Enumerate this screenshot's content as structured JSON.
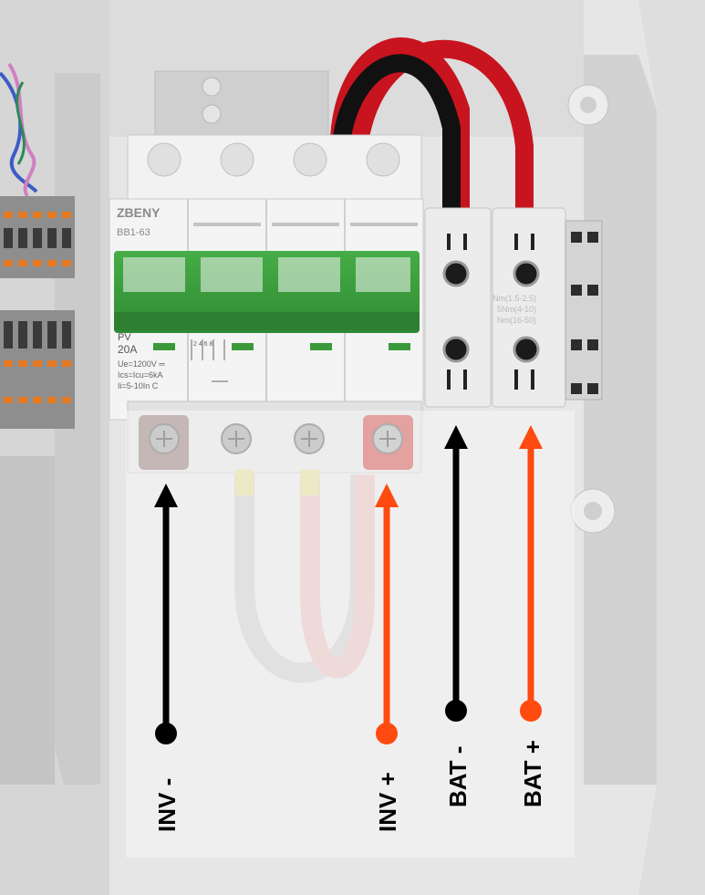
{
  "breaker": {
    "brand": "ZBENY",
    "model": "BB1-63",
    "type": "PV",
    "rating": "20A",
    "voltage": "Ue=1200V ═",
    "breaking": "Ics=Icu=6kA",
    "ii": "Ii=5-10In  C",
    "pins": "2  4  6  8"
  },
  "terminal": {
    "torque1": "Nm(1.5-2.5)",
    "torque2": "5Nm(4-10)",
    "torque3": "Nm(16-50)"
  },
  "labels": {
    "inv_minus": "INV -",
    "inv_plus": "INV +",
    "bat_minus": "BAT -",
    "bat_plus": "BAT +"
  },
  "colors": {
    "positive": "#ff4a10",
    "negative": "#000000",
    "breaker_green": "#3a9a3a",
    "cable_red": "#c8141e"
  }
}
